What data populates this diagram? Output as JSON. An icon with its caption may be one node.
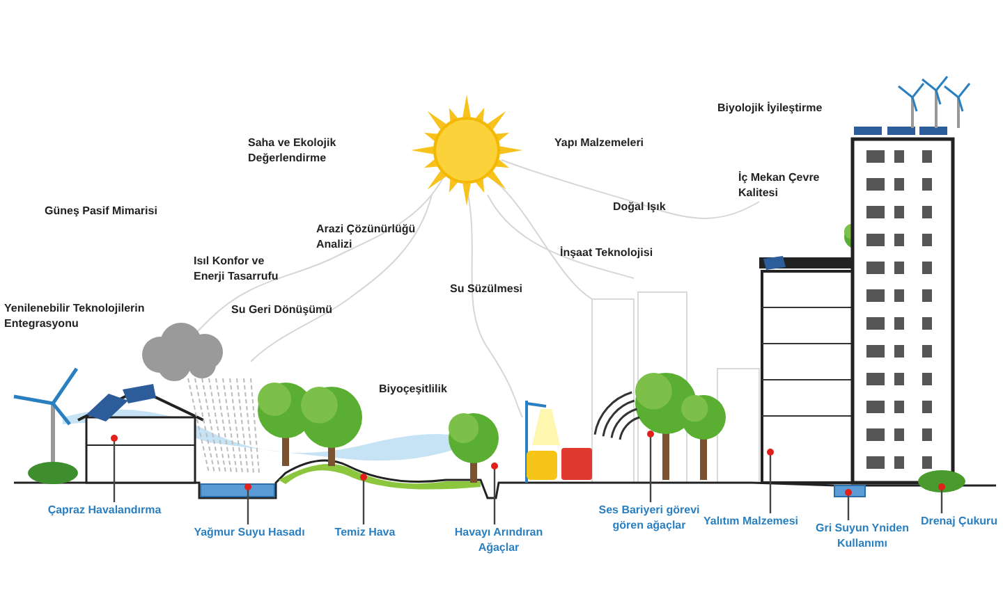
{
  "diagram": {
    "nodes": [
      {
        "text": [
          "Çapraz Havalandırma"
        ]
      },
      {
        "text": [
          "Yağmur Suyu Hasadı"
        ]
      },
      {
        "text": [
          "Temiz Hava"
        ]
      },
      {
        "text": [
          "Havayı Arındıran Ağaçlar"
        ]
      },
      {
        "text": [
          "Ses Bariyeri görevi gören ağaçlar"
        ]
      },
      {
        "text": [
          "Yalıtım Malzemesi"
        ]
      },
      {
        "text": [
          "Gri Suyun Yniden Kullanımı"
        ]
      },
      {
        "text": [
          "Drenaj Çukuru"
        ]
      }
    ],
    "edges": [
      {
        "from": 0,
        "to": null,
        "arrow": "none"
      },
      {
        "from": 1,
        "to": null,
        "arrow": "none"
      },
      {
        "from": 2,
        "to": null,
        "arrow": "none"
      },
      {
        "from": 3,
        "to": null,
        "arrow": "none"
      },
      {
        "from": 4,
        "to": null,
        "arrow": "none"
      },
      {
        "from": 5,
        "to": null,
        "arrow": "none"
      },
      {
        "from": 6,
        "to": null,
        "arrow": "none"
      },
      {
        "from": 7,
        "to": null,
        "arrow": "none"
      }
    ],
    "labels": [
      "Biyolojik İyileştirme",
      "Saha ve Ekolojik Değerlendirme",
      "Yapı Malzemeleri",
      "İç Mekan Çevre Kalitesi",
      "Doğal Işık",
      "Güneş Pasif Mimarisi",
      "Arazi Çözünürlüğü Analizi",
      "İnşaat Teknolojisi",
      "Isıl Konfor ve Enerji Tasarrufu",
      "Su Süzülmesi",
      "Yenilenebilir Teknolojilerin Entegrasyonu",
      "Su Geri Dönüşümü",
      "Biyoçeşitlilik"
    ]
  }
}
